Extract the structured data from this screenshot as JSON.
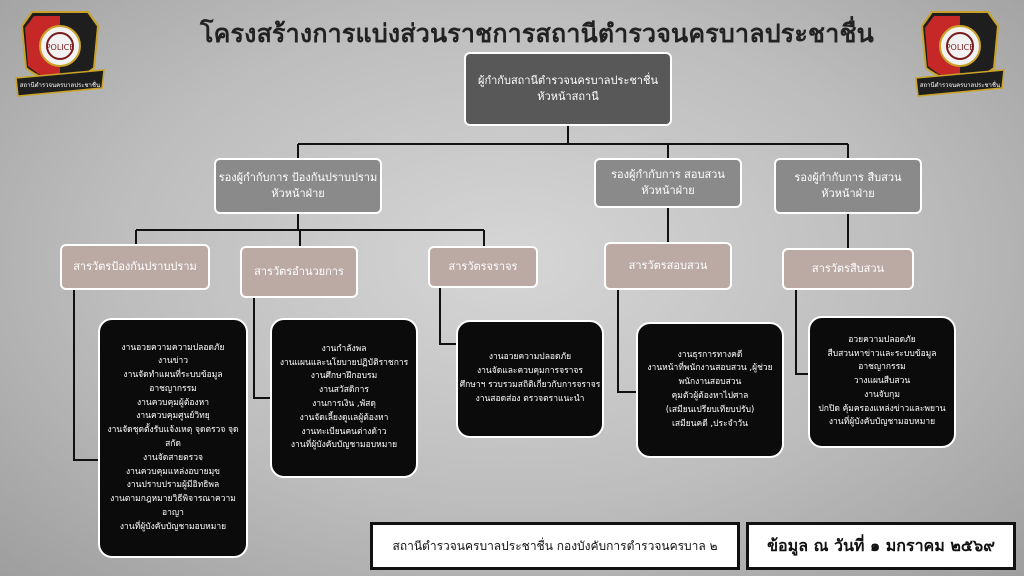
{
  "title": "โครงสร้างการแบ่งส่วนราชการสถานีตำรวจนครบาลประชาชื่น",
  "logo": {
    "icon": "police-badge-icon",
    "banner_text": "สถานีตำรวจนครบาลประชาชื่น",
    "badge_text": "POLICE",
    "colors": {
      "red": "#c62828",
      "dark": "#1e1e1e",
      "gold": "#c9a227"
    }
  },
  "top": {
    "line1": "ผู้กำกับสถานีตำรวจนครบาลประชาชื่น",
    "line2": "หัวหน้าสถานี"
  },
  "deputies": [
    {
      "line1": "รองผู้กำกับการ ป้องกันปราบปราม",
      "line2": "หัวหน้าฝ่าย"
    },
    {
      "line1": "รองผู้กำกับการ สอบสวน",
      "line2": "หัวหน้าฝ่าย"
    },
    {
      "line1": "รองผู้กำกับการ สืบสวน",
      "line2": "หัวหน้าฝ่าย"
    }
  ],
  "stations": [
    "สารวัตรป้องกันปราบปราม",
    "สารวัตรอำนวยการ",
    "สารวัตรจราจร",
    "สารวัตรสอบสวน",
    "สารวัตรสืบสวน"
  ],
  "duties": [
    [
      "งานอวยความความปลอดภัย",
      "งานข่าว",
      "งานจัดทำแผนที่ระบบข้อมูล",
      "อาชญากรรม",
      "งานควบคุมผู้ต้องหา",
      "งานควบคุมศูนย์วิทยุ",
      "งานจัดชุดตั้งรับแจ้งเหตุ จุดตรวจ จุด",
      "สกัด",
      "งานจัดสายตรวจ",
      "งานควบคุมแหล่งอบายมุข",
      "งานปราบปรามผู้มีอิทธิพล",
      "งานตามกฎหมายวิธีพิจารณาความ",
      "อาญา",
      "งานที่ผู้บังคับบัญชามอบหมาย"
    ],
    [
      "งานกำลังพล",
      "งานแผนและนโยบายปฏิบัติราชการ",
      "งานศึกษาฝึกอบรม",
      "งานสวัสดิการ",
      "งานการเงิน ,พัสดุ",
      "งานจัดเลี้ยงดูแลผู้ต้องหา",
      "งานทะเบียนคนต่างด้าว",
      "งานที่ผู้บังคับบัญชามอบหมาย"
    ],
    [
      "งานอวยความปลอดภัย",
      "งานจัดและควบคุมการจราจร",
      "ศึกษาฯ รวบรวมสถิติเกี่ยวกับการจราจร",
      "งานสอดส่อง ตรวจตราแนะนำ"
    ],
    [
      "งานธุรการทางคดี",
      "งานหน้าที่พนักงานสอบสวน ,ผู้ช่วย",
      "พนักงานสอบสวน",
      "คุมตัวผู้ต้องหาไปศาล",
      "(เสมียนเปรียบเทียบปรับ)",
      "เสมียนคดี ,ประจำวัน"
    ],
    [
      "อวยความปลอดภัย",
      "สืบสวนหาข่าวและระบบข้อมูล",
      "อาชญากรรม",
      "วางแผนสืบสวน",
      "งานจับกุม",
      "ปกปิด คุ้มครองแหล่งข่าวและพยาน",
      "งานที่ผู้บังคับบัญชามอบหมาย"
    ]
  ],
  "footer": {
    "unit": "สถานีตำรวจนครบาลประชาชื่น กองบังคับการตำรวจนครบาล ๒",
    "date": "ข้อมูล ณ วันที่ ๑ มกราคม ๒๕๖๙"
  }
}
